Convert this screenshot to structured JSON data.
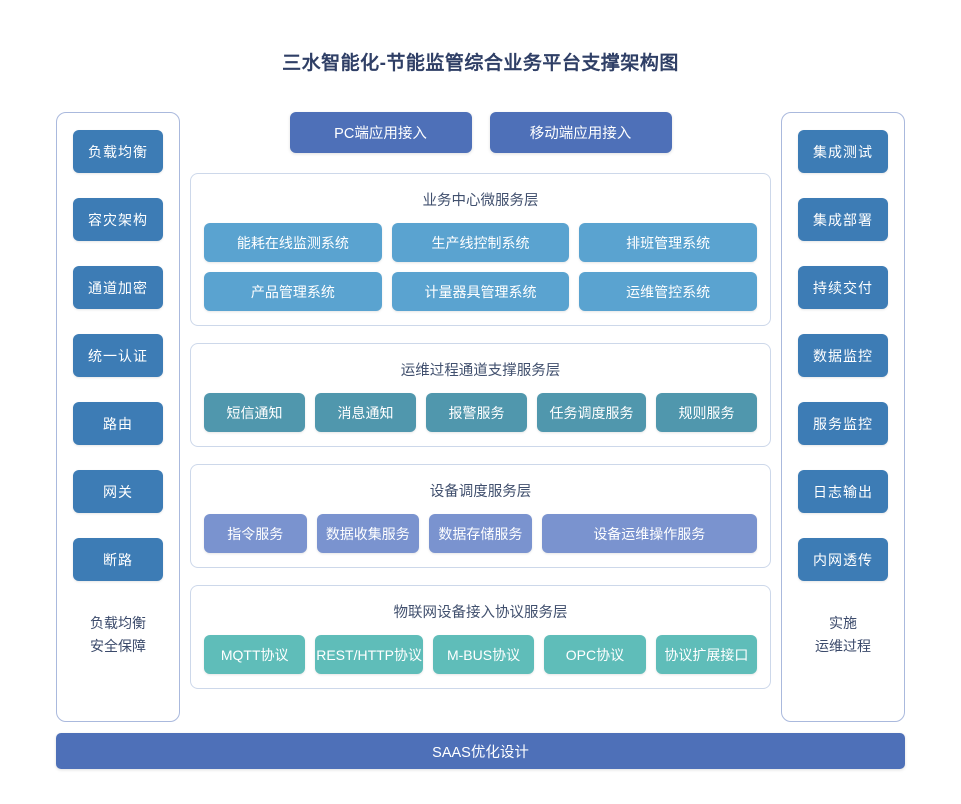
{
  "title": "三水智能化-节能监管综合业务平台支撑架构图",
  "colors": {
    "title": "#2f3f66",
    "sidebar_chip": "#3d7cb5",
    "access_button": "#4e70b8",
    "business_layer": "#5aa3d0",
    "channel_layer": "#5097ad",
    "device_layer": "#7a93cf",
    "iot_layer": "#5fbdb9",
    "panel_border": "#cdd8ea",
    "sidebar_border": "#aab9dd",
    "background": "#ffffff"
  },
  "left_sidebar": {
    "items": [
      {
        "label": "负载均衡"
      },
      {
        "label": "容灾架构"
      },
      {
        "label": "通道加密"
      },
      {
        "label": "统一认证"
      },
      {
        "label": "路由"
      },
      {
        "label": "网关"
      },
      {
        "label": "断路"
      }
    ],
    "note_line1": "负载均衡",
    "note_line2": "安全保障"
  },
  "right_sidebar": {
    "items": [
      {
        "label": "集成测试"
      },
      {
        "label": "集成部署"
      },
      {
        "label": "持续交付"
      },
      {
        "label": "数据监控"
      },
      {
        "label": "服务监控"
      },
      {
        "label": "日志输出"
      },
      {
        "label": "内网透传"
      }
    ],
    "note_line1": "实施",
    "note_line2": "运维过程"
  },
  "access_buttons": [
    {
      "label": "PC端应用接入"
    },
    {
      "label": "移动端应用接入"
    }
  ],
  "layers": [
    {
      "title": "业务中心微服务层",
      "rows": [
        [
          {
            "label": "能耗在线监测系统"
          },
          {
            "label": "生产线控制系统"
          },
          {
            "label": "排班管理系统"
          }
        ],
        [
          {
            "label": "产品管理系统"
          },
          {
            "label": "计量器具管理系统"
          },
          {
            "label": "运维管控系统"
          }
        ]
      ]
    },
    {
      "title": "运维过程通道支撑服务层",
      "rows": [
        [
          {
            "label": "短信通知"
          },
          {
            "label": "消息通知"
          },
          {
            "label": "报警服务"
          },
          {
            "label": "任务调度服务"
          },
          {
            "label": "规则服务"
          }
        ]
      ]
    },
    {
      "title": "设备调度服务层",
      "rows": [
        [
          {
            "label": "指令服务"
          },
          {
            "label": "数据收集服务"
          },
          {
            "label": "数据存储服务"
          },
          {
            "label": "设备运维操作服务"
          }
        ]
      ]
    },
    {
      "title": "物联网设备接入协议服务层",
      "rows": [
        [
          {
            "label": "MQTT协议"
          },
          {
            "label": "REST/HTTP协议"
          },
          {
            "label": "M-BUS协议"
          },
          {
            "label": "OPC协议"
          },
          {
            "label": "协议扩展接口"
          }
        ]
      ]
    }
  ],
  "bottom_bar": {
    "label": "SAAS优化设计"
  }
}
